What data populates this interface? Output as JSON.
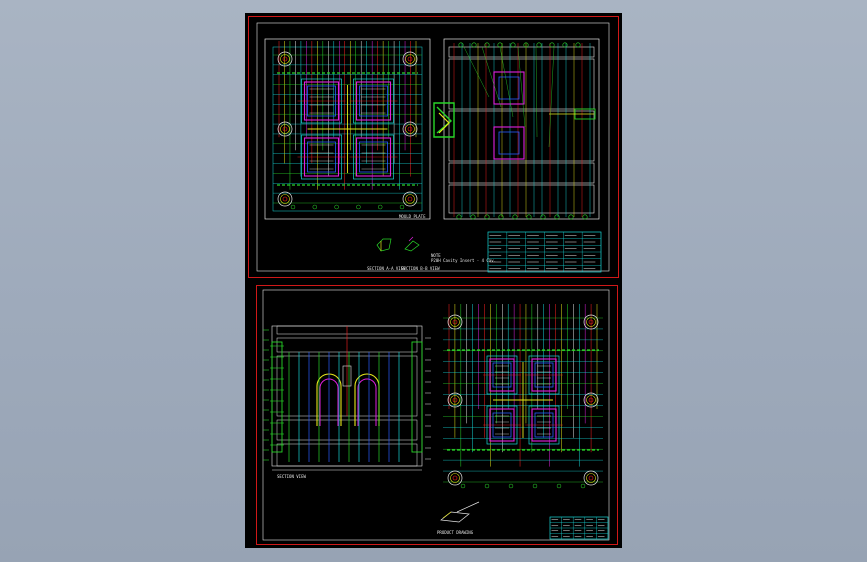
{
  "sheet_1": {
    "note_heading": "NOTE",
    "note_line": "P20H Cavity Insert - 4 Cav.",
    "view_label_left": "MOULD PLATE",
    "callout_1": "SECTION A-A VIEW",
    "callout_2": "SECTION B-B VIEW"
  },
  "sheet_2": {
    "view_label": "SECTION VIEW",
    "caption": "PRODUCT DRAWING"
  },
  "colors": {
    "background_gradient_top": "#a9b4c3",
    "canvas": "#000000",
    "frame_red": "#d01818",
    "line_cyan": "#17d6d6",
    "line_green": "#29d629",
    "line_magenta": "#e020e0",
    "line_yellow": "#e6e61a",
    "line_white": "#e6e6e6",
    "line_blue": "#2a5bff",
    "line_red": "#ff2020"
  }
}
